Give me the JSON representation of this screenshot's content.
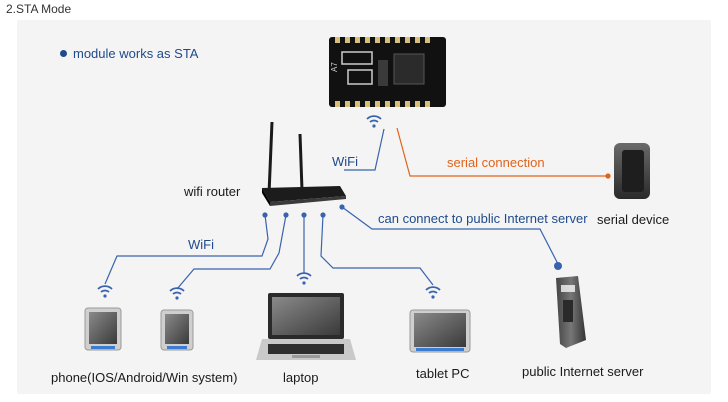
{
  "heading": "2.STA Mode",
  "note": "module works as STA",
  "labels": {
    "wifi_top": "WiFi",
    "serial_connection": "serial connection",
    "wifi_router": "wifi router",
    "serial_device": "serial device",
    "internet_link": "can connect to public Internet server",
    "wifi_left": "WiFi",
    "phone": "phone(IOS/Android/Win system)",
    "laptop": "laptop",
    "tablet": "tablet PC",
    "server": "public Internet server"
  },
  "module_text": "A7",
  "colors": {
    "wifi_link": "#3a63ad",
    "serial_link": "#e0631c",
    "panel": "#f4f4f4",
    "pcb": "#111111"
  }
}
